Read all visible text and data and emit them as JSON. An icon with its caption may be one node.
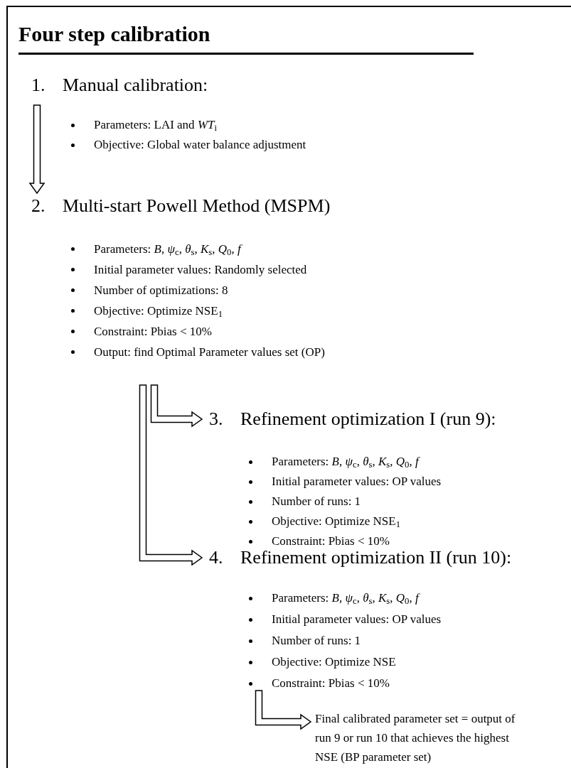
{
  "diagram": {
    "title": "Four step calibration",
    "nodes": [
      {
        "text": [
          "1.",
          "Manual calibration:",
          "Parameters: LAI and *WT*$_{i}$",
          "Objective: Global water balance adjustment"
        ]
      },
      {
        "text": [
          "2.",
          "Multi-start Powell Method (MSPM)",
          "Parameters: *B*, *ψ*$_{c}$, *θ*$_{s}$, *K*$_{s}$, *Q*$_{0}$, *f*",
          "Initial parameter values: Randomly selected",
          "Number of optimizations: 8",
          "Objective: Optimize NSE$_{1}$",
          "Constraint: Pbias < 10%",
          "Output: find Optimal Parameter values set (OP)"
        ]
      },
      {
        "text": [
          "3.",
          "Refinement optimization I (run 9):",
          "Parameters: *B*, *ψ*$_{c}$, *θ*$_{s}$, *K*$_{s}$, *Q*$_{0}$, *f*",
          "Initial parameter values: OP values",
          "Number of runs: 1",
          "Objective: Optimize NSE$_{1}$",
          "Constraint: Pbias < 10%"
        ]
      },
      {
        "text": [
          "4.",
          "Refinement optimization II (run 10):",
          "Parameters: *B*, *ψ*$_{c}$, *θ*$_{s}$, *K*$_{s}$, *Q*$_{0}$, *f*",
          "Initial parameter values: OP values",
          "Number of runs: 1",
          "Objective: Optimize NSE",
          "Constraint: Pbias < 10%"
        ]
      },
      {
        "text": [
          "Final calibrated parameter set = output of run 9 or run 10 that achieves the highest NSE (BP parameter set)"
        ]
      }
    ],
    "edges": [
      {
        "from": 0,
        "to": 1,
        "arrow": "to"
      },
      {
        "from": 1,
        "to": 2,
        "arrow": "to"
      },
      {
        "from": 1,
        "to": 3,
        "arrow": "to"
      },
      {
        "from": 3,
        "to": 4,
        "arrow": "to"
      }
    ]
  }
}
